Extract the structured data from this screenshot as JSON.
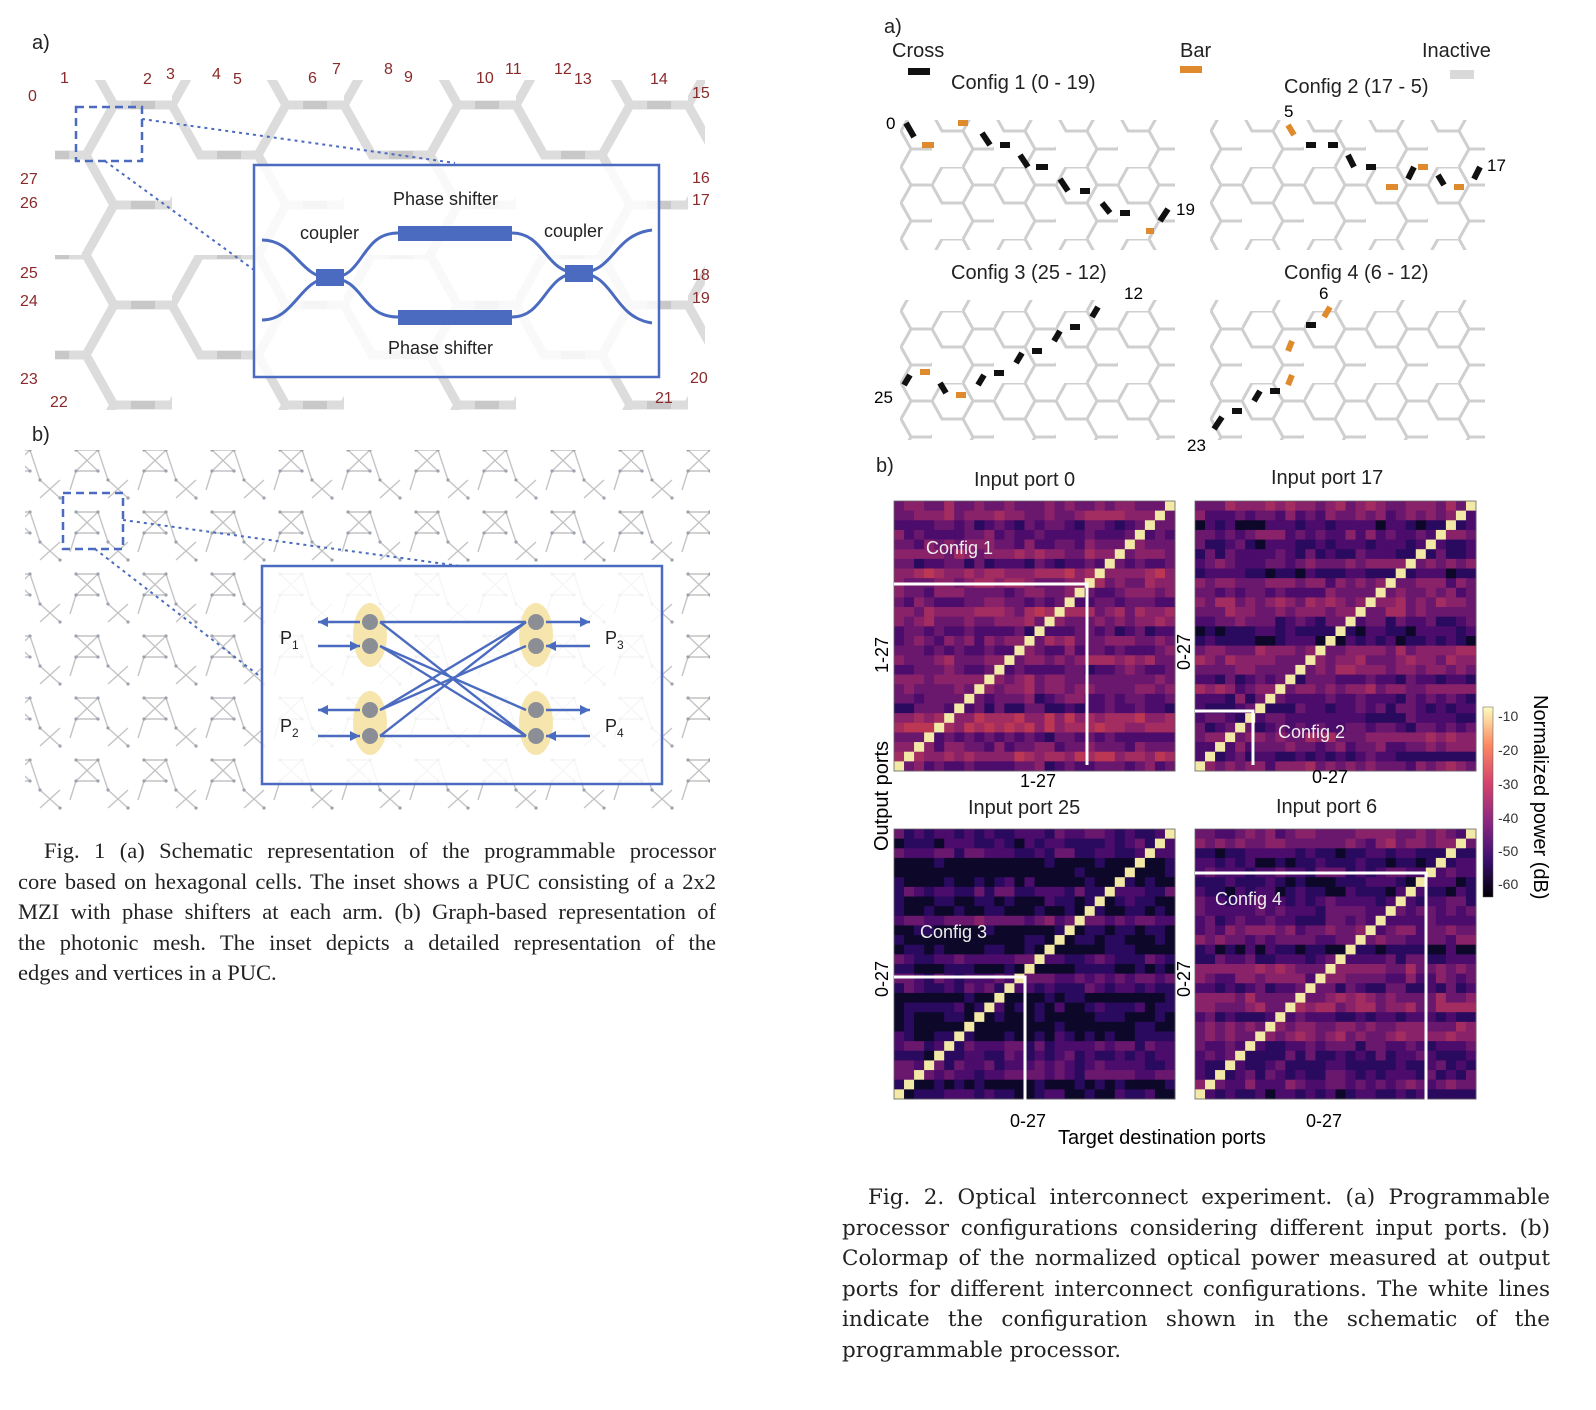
{
  "fig1": {
    "panel_a_label": "a)",
    "panel_b_label": "b)",
    "ports": {
      "p0": "0",
      "p1": "1",
      "p2": "2",
      "p3": "3",
      "p4": "4",
      "p5": "5",
      "p6": "6",
      "p7": "7",
      "p8": "8",
      "p9": "9",
      "p10": "10",
      "p11": "11",
      "p12": "12",
      "p13": "13",
      "p14": "14",
      "p15": "15",
      "p16": "16",
      "p17": "17",
      "p18": "18",
      "p19": "19",
      "p20": "20",
      "p21": "21",
      "p22": "22",
      "p23": "23",
      "p24": "24",
      "p25": "25",
      "p26": "26",
      "p27": "27"
    },
    "inset_a": {
      "phase_shifter_top": "Phase shifter",
      "phase_shifter_bottom": "Phase shifter",
      "coupler_left": "coupler",
      "coupler_right": "coupler"
    },
    "inset_b": {
      "p1": "P",
      "p1_sub": "1",
      "p2": "P",
      "p2_sub": "2",
      "p3": "P",
      "p3_sub": "3",
      "p4": "P",
      "p4_sub": "4"
    },
    "caption_lines": [
      "Fig. 1 (a) Schematic representation of the programmable processor",
      "core based on hexagonal cells. The inset shows a PUC consisting of a 2x2",
      "MZI with phase shifters at each arm. (b) Graph-based representation of",
      "the photonic mesh. The inset depicts a detailed representation of the",
      "edges and vertices in a PUC."
    ]
  },
  "fig2": {
    "panel_a_label": "a)",
    "panel_b_label": "b)",
    "legend": {
      "cross": "Cross",
      "cross_color": "#111111",
      "bar": "Bar",
      "bar_color": "#e08a2e",
      "inactive": "Inactive",
      "inactive_color": "#d9d9d9"
    },
    "configs": [
      {
        "title": "Config 1 (0 - 19)",
        "in_port": "0",
        "out_port": "19"
      },
      {
        "title": "Config 2 (17 - 5)",
        "in_port": "17",
        "out_port": "5"
      },
      {
        "title": "Config 3 (25 - 12)",
        "in_port": "25",
        "out_port": "12"
      },
      {
        "title": "Config 4 (6 - 12)",
        "in_port": "6",
        "out_port": "12",
        "extra_port": "23"
      }
    ],
    "heatmaps": [
      {
        "title": "Input port 0",
        "config_label": "Config 1",
        "ylabel": "1-27",
        "xlabel": "1-27"
      },
      {
        "title": "Input port 17",
        "config_label": "Config 2",
        "ylabel": "0-27",
        "xlabel": "0-27"
      },
      {
        "title": "Input port 25",
        "config_label": "Config 3",
        "ylabel": "0-27",
        "xlabel": "0-27"
      },
      {
        "title": "Input port 6",
        "config_label": "Config 4",
        "ylabel": "0-27",
        "xlabel": "0-27"
      }
    ],
    "shared_ylabel": "Output ports",
    "shared_xlabel": "Target destination ports",
    "colorbar": {
      "label": "Normalized power (dB)",
      "ticks": [
        "-10",
        "-20",
        "-30",
        "-40",
        "-50",
        "-60"
      ]
    },
    "caption_lines": [
      "Fig. 2. Optical interconnect experiment. (a) Programmable",
      "processor configurations considering different input ports. (b)",
      "Colormap of the normalized optical power measured at output",
      "ports for different interconnect configurations. The white lines",
      "indicate the configuration shown in the schematic of the",
      "programmable processor."
    ]
  }
}
